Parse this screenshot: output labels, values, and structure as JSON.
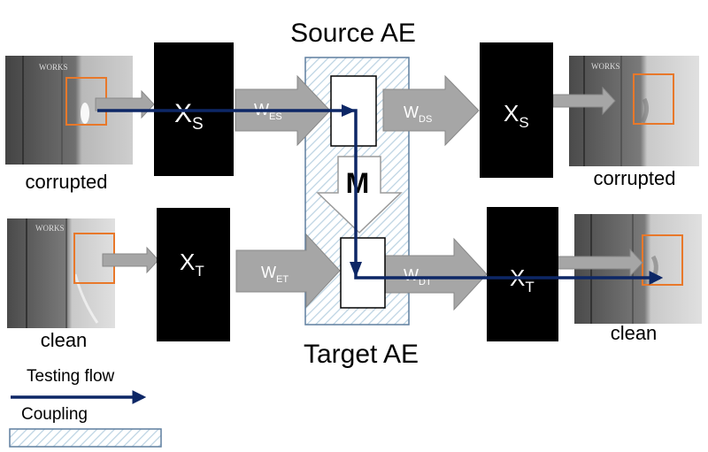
{
  "titles": {
    "source_ae": "Source AE",
    "target_ae": "Target AE"
  },
  "image_captions": {
    "source_input": "corrupted",
    "source_output": "corrupted",
    "target_input": "clean",
    "target_output": "clean"
  },
  "image_text": {
    "book_spine_word": "WORKS"
  },
  "blocks": {
    "xs": {
      "base": "X",
      "sub": "S"
    },
    "xt": {
      "base": "X",
      "sub": "T"
    }
  },
  "weights": {
    "w_es": {
      "base": "W",
      "sub": "ES"
    },
    "w_ds": {
      "base": "W",
      "sub": "DS"
    },
    "w_et": {
      "base": "W",
      "sub": "ET"
    },
    "w_dt": {
      "base": "W",
      "sub": "DT"
    }
  },
  "mapping_label": "M",
  "legend": {
    "testing_flow": "Testing flow",
    "coupling": "Coupling"
  },
  "colors": {
    "testing_flow": "#0d2766",
    "arrow_fill": "#a6a6a6",
    "arrow_stroke": "#888888",
    "block": "#000000",
    "roi_box": "#e8782a",
    "coupling_stroke": "#5f7f9f",
    "coupling_hatch": "#bcd3e3"
  }
}
